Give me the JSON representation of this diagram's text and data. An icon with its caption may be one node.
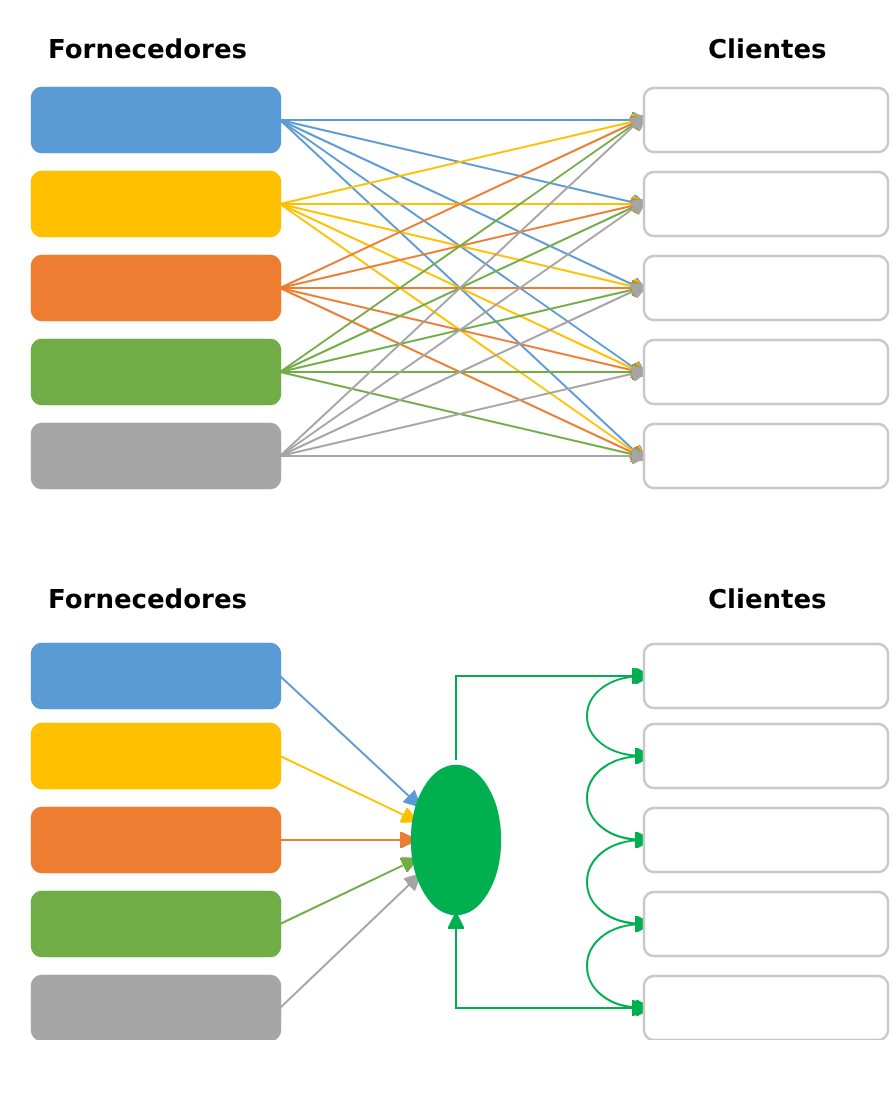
{
  "diagram": {
    "nodes": [
      {
        "text": [],
        "shape": "box"
      },
      {
        "text": [],
        "shape": "box"
      },
      {
        "text": [],
        "shape": "box"
      },
      {
        "text": [],
        "shape": "box"
      },
      {
        "text": [],
        "shape": "box"
      },
      {
        "text": [],
        "shape": "box"
      },
      {
        "text": [],
        "shape": "box"
      },
      {
        "text": [],
        "shape": "box"
      },
      {
        "text": [],
        "shape": "box"
      },
      {
        "text": [],
        "shape": "box"
      },
      {
        "text": [],
        "shape": "box"
      },
      {
        "text": [],
        "shape": "box"
      },
      {
        "text": [],
        "shape": "box"
      },
      {
        "text": [],
        "shape": "box"
      },
      {
        "text": [],
        "shape": "box"
      },
      {
        "text": [],
        "shape": "ellipse"
      },
      {
        "text": [],
        "shape": "box"
      },
      {
        "text": [],
        "shape": "box"
      },
      {
        "text": [],
        "shape": "box"
      },
      {
        "text": [],
        "shape": "box"
      },
      {
        "text": [],
        "shape": "box"
      }
    ],
    "edges": [
      {
        "from": 0,
        "to": 5,
        "arrow": "to",
        "color": "#5b9bd5"
      },
      {
        "from": 0,
        "to": 6,
        "arrow": "to",
        "color": "#5b9bd5"
      },
      {
        "from": 0,
        "to": 7,
        "arrow": "to",
        "color": "#5b9bd5"
      },
      {
        "from": 0,
        "to": 8,
        "arrow": "to",
        "color": "#5b9bd5"
      },
      {
        "from": 0,
        "to": 9,
        "arrow": "to",
        "color": "#5b9bd5"
      },
      {
        "from": 1,
        "to": 5,
        "arrow": "to",
        "color": "#ffc000"
      },
      {
        "from": 1,
        "to": 6,
        "arrow": "to",
        "color": "#ffc000"
      },
      {
        "from": 1,
        "to": 7,
        "arrow": "to",
        "color": "#ffc000"
      },
      {
        "from": 1,
        "to": 8,
        "arrow": "to",
        "color": "#ffc000"
      },
      {
        "from": 1,
        "to": 9,
        "arrow": "to",
        "color": "#ffc000"
      },
      {
        "from": 2,
        "to": 5,
        "arrow": "to",
        "color": "#ed7d31"
      },
      {
        "from": 2,
        "to": 6,
        "arrow": "to",
        "color": "#ed7d31"
      },
      {
        "from": 2,
        "to": 7,
        "arrow": "to",
        "color": "#ed7d31"
      },
      {
        "from": 2,
        "to": 8,
        "arrow": "to",
        "color": "#ed7d31"
      },
      {
        "from": 2,
        "to": 9,
        "arrow": "to",
        "color": "#ed7d31"
      },
      {
        "from": 3,
        "to": 5,
        "arrow": "to",
        "color": "#70ad47"
      },
      {
        "from": 3,
        "to": 6,
        "arrow": "to",
        "color": "#70ad47"
      },
      {
        "from": 3,
        "to": 7,
        "arrow": "to",
        "color": "#70ad47"
      },
      {
        "from": 3,
        "to": 8,
        "arrow": "to",
        "color": "#70ad47"
      },
      {
        "from": 3,
        "to": 9,
        "arrow": "to",
        "color": "#70ad47"
      },
      {
        "from": 4,
        "to": 5,
        "arrow": "to",
        "color": "#a5a5a5"
      },
      {
        "from": 4,
        "to": 6,
        "arrow": "to",
        "color": "#a5a5a5"
      },
      {
        "from": 4,
        "to": 7,
        "arrow": "to",
        "color": "#a5a5a5"
      },
      {
        "from": 4,
        "to": 8,
        "arrow": "to",
        "color": "#a5a5a5"
      },
      {
        "from": 4,
        "to": 9,
        "arrow": "to",
        "color": "#a5a5a5"
      },
      {
        "from": 10,
        "to": 15,
        "arrow": "to",
        "color": "#5b9bd5"
      },
      {
        "from": 11,
        "to": 15,
        "arrow": "to",
        "color": "#ffc000"
      },
      {
        "from": 12,
        "to": 15,
        "arrow": "to",
        "color": "#ed7d31"
      },
      {
        "from": 13,
        "to": 15,
        "arrow": "to",
        "color": "#70ad47"
      },
      {
        "from": 14,
        "to": 15,
        "arrow": "to",
        "color": "#a5a5a5"
      },
      {
        "from": 15,
        "to": 16,
        "arrow": "to",
        "color": "#00b050"
      },
      {
        "from": 15,
        "to": 20,
        "arrow": "both",
        "color": "#00b050"
      },
      {
        "from": 16,
        "to": 17,
        "arrow": "both",
        "color": "#00b050"
      },
      {
        "from": 17,
        "to": 18,
        "arrow": "both",
        "color": "#00b050"
      },
      {
        "from": 18,
        "to": 19,
        "arrow": "both",
        "color": "#00b050"
      },
      {
        "from": 19,
        "to": 20,
        "arrow": "both",
        "color": "#00b050"
      }
    ],
    "labels": [
      "Fornecedores",
      "Clientes",
      "Fornecedores",
      "Clientes"
    ]
  }
}
